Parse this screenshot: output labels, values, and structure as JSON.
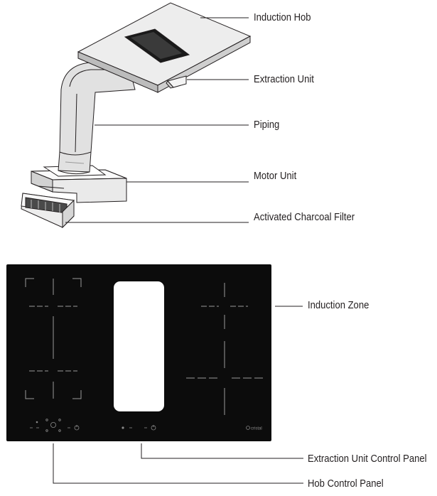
{
  "colors": {
    "hob_surface": "#0c0c0c",
    "extraction_window": "#ffffff",
    "diagram_line": "#231f20",
    "appliance_fill": "#f4f4f4",
    "appliance_shade": "#cfcfcf"
  },
  "top_diagram": {
    "labels": {
      "induction_hob": "Induction Hob",
      "extraction_unit": "Extraction Unit",
      "piping": "Piping",
      "motor_unit": "Motor Unit",
      "charcoal_filter": "Activated Charcoal Filter"
    }
  },
  "bottom_diagram": {
    "labels": {
      "induction_zone": "Induction Zone",
      "extraction_control_panel": "Extraction Unit Control Panel",
      "hob_control_panel": "Hob Control Panel"
    },
    "brand_mark": "cristal"
  }
}
